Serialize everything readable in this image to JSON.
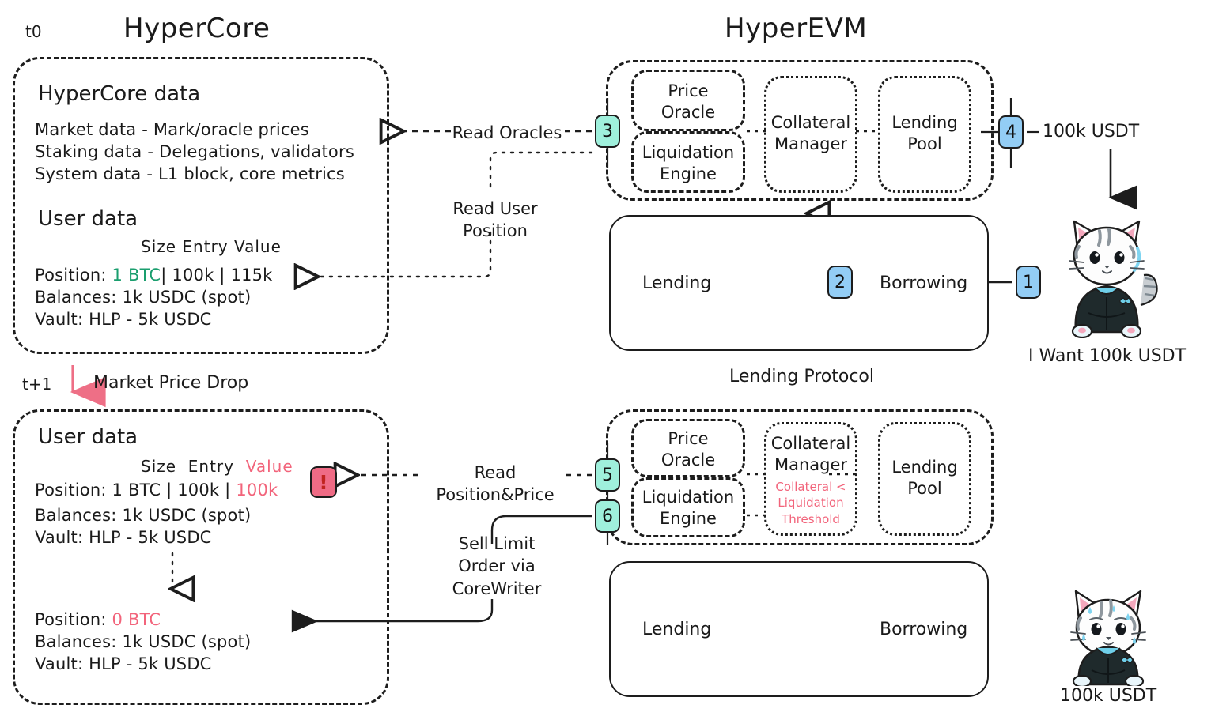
{
  "headings": {
    "hypercore_title": "HyperCore",
    "hyperevm_title": "HyperEVM",
    "t0_label": "t0",
    "t1_label": "t+1",
    "market_price_drop": "Market Price Drop"
  },
  "hypercore_t0": {
    "section_data_title": "HyperCore data",
    "data_lines": [
      "Market data - Mark/oracle prices",
      "Staking data - Delegations, validators",
      "System data -  L1 block, core metrics"
    ],
    "section_user_title": "User data",
    "columns": "Size  Entry  Value",
    "position_label": "Position:",
    "position_size": "1 BTC",
    "position_rest": "| 100k | 115k",
    "balances_line": "Balances: 1k USDC (spot)",
    "vault_line": "Vault: HLP - 5k USDC"
  },
  "hypercore_t1": {
    "section_user_title": "User data",
    "col_size": "Size",
    "col_entry": "Entry",
    "col_value": "Value",
    "position_label": "Position: 1 BTC | 100k |",
    "position_value": "100k",
    "balances_line": "Balances: 1k USDC (spot)",
    "vault_line": "Vault: HLP - 5k USDC",
    "after_position_label": "Position:",
    "after_position_value": "0 BTC",
    "after_balances_line": "Balances: 1k USDC (spot)",
    "after_vault_line": "Vault: HLP - 5k USDC",
    "alert_glyph": "!"
  },
  "hyperevm_t0": {
    "modules": [
      {
        "name": "price-oracle",
        "lines": "Price\nOracle"
      },
      {
        "name": "liquidation-engine",
        "lines": "Liquidation\nEngine"
      },
      {
        "name": "collateral-manager",
        "lines": "Collateral\nManager"
      },
      {
        "name": "lending-pool",
        "lines": "Lending\nPool"
      }
    ],
    "price_oracle": "Price\nOracle",
    "liquidation_engine": "Liquidation\nEngine",
    "collateral_manager": "Collateral\nManager",
    "lending_pool": "Lending\nPool"
  },
  "hyperevm_t1": {
    "price_oracle": "Price\nOracle",
    "liquidation_engine": "Liquidation\nEngine",
    "collateral_manager": "Collateral\nManager",
    "collateral_alert": "Collateral <\nLiquidation\nThreshold",
    "lending_pool": "Lending\nPool"
  },
  "lending_protocol_t0": {
    "lending_label": "Lending",
    "borrowing_label": "Borrowing",
    "caption": "Lending Protocol"
  },
  "lending_protocol_t1": {
    "lending_label": "Lending",
    "borrowing_label": "Borrowing"
  },
  "flow_labels": {
    "read_oracles": "Read Oracles",
    "read_user_position": "Read User\nPosition",
    "read_position_price": "Read\nPosition&Price",
    "sell_limit_order": "Sell Limit\nOrder via\nCoreWriter"
  },
  "steps": {
    "one": "1",
    "two": "2",
    "three": "3",
    "four": "4",
    "five": "5",
    "six": "6"
  },
  "actor_t0": {
    "amount_label": "100k USDT",
    "caption": "I Want 100k USDT",
    "icon": "cat-hoodie-icon"
  },
  "actor_t1": {
    "caption": "100k USDT",
    "icon": "cat-hoodie-sweating-icon"
  },
  "colors": {
    "step_green": "#9ff0dc",
    "step_blue": "#93cdf5",
    "alert_red": "#ef6b85",
    "accent_pink": "#f2647b",
    "accent_green": "#1a9e6e",
    "ink": "#1d1d1d"
  }
}
